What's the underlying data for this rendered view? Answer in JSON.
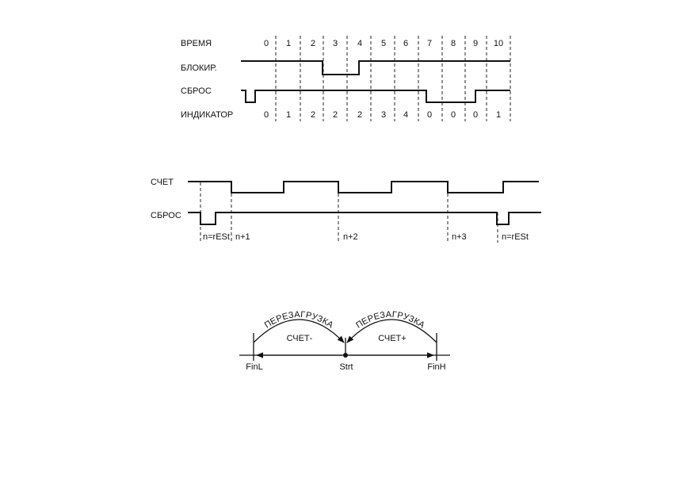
{
  "diagram1": {
    "row_labels": {
      "time": "ВРЕМЯ",
      "block": "БЛОКИР.",
      "reset": "СБРОС",
      "indicator": "ИНДИКАТОР"
    },
    "times": [
      "0",
      "1",
      "2",
      "3",
      "4",
      "5",
      "6",
      "7",
      "8",
      "9",
      "10"
    ],
    "indicator_values": [
      "0",
      "1",
      "2",
      "2",
      "2",
      "3",
      "4",
      "0",
      "0",
      "0",
      "1"
    ],
    "block_levels": [
      1,
      1,
      1,
      0,
      1,
      1,
      1,
      1,
      1,
      1
    ],
    "reset_levels": [
      0,
      1,
      1,
      1,
      1,
      1,
      1,
      0,
      0,
      1,
      1
    ]
  },
  "diagram2": {
    "row_labels": {
      "count": "СЧЕТ",
      "reset": "СБРОС"
    },
    "counter_labels": [
      "n=rESt",
      "n+1",
      "n+2",
      "n+3",
      "n=rESt"
    ]
  },
  "diagram3": {
    "arc_labels": [
      "ПЕРЕЗАГРУЗКА",
      "ПЕРЕЗАГРУЗКА"
    ],
    "count_down_label": "СЧЕТ-",
    "count_up_label": "СЧЕТ+",
    "axis_labels": {
      "low": "FinL",
      "start": "Strt",
      "high": "FinH"
    }
  }
}
